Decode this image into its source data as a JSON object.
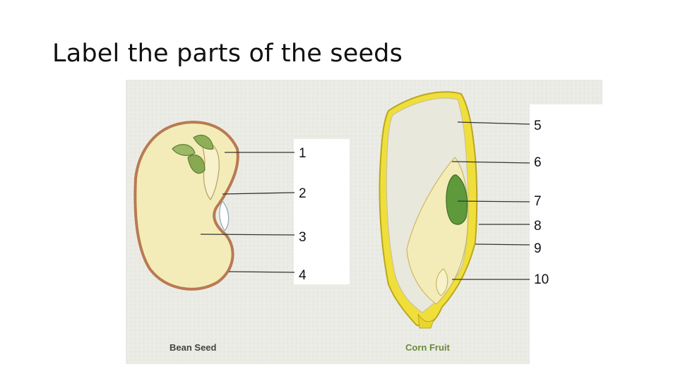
{
  "slide": {
    "title": "Label the parts of the seeds"
  },
  "diagram": {
    "bean": {
      "caption": "Bean Seed",
      "labels": [
        "1",
        "2",
        "3",
        "4"
      ]
    },
    "corn": {
      "caption": "Corn Fruit",
      "labels": [
        "5",
        "6",
        "7",
        "8",
        "9",
        "10"
      ]
    },
    "colors": {
      "paper": "#ebebe6",
      "bean_fill": "#f4ecb8",
      "bean_coat": "#b87a52",
      "embryo_green": "#8fae58",
      "corn_yellow": "#f0df3a",
      "corn_endosperm": "#e9e8dc",
      "corn_embryo": "#5e9a3c",
      "leader_line": "#333333",
      "caption_bean": "#444444",
      "caption_corn": "#6a8a3a"
    }
  }
}
